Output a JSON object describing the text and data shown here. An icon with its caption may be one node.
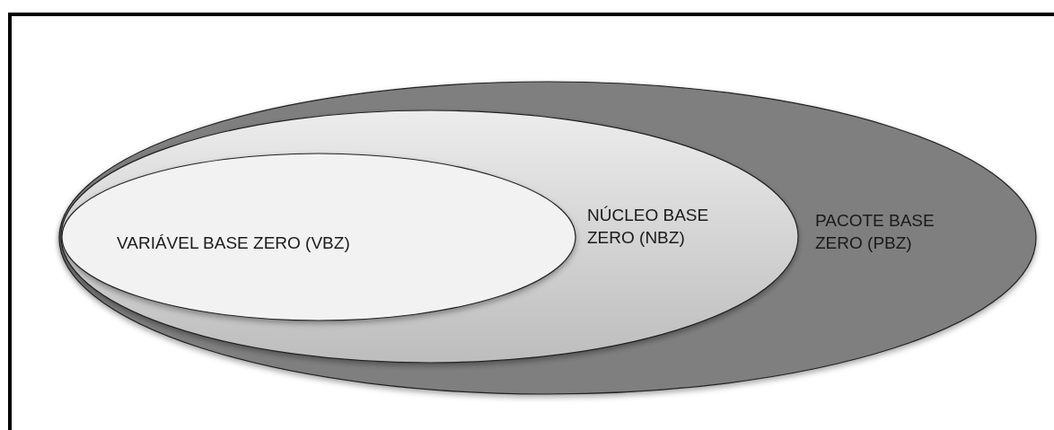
{
  "diagram": {
    "nodes": [
      {
        "text": [
          "PACOTE BASE ZERO (PBZ)"
        ]
      },
      {
        "text": [
          "NÚCLEO BASE ZERO (NBZ)"
        ],
        "in": 0
      },
      {
        "text": [
          "VARIÁVEL BASE ZERO (VBZ)"
        ],
        "in": 1
      }
    ]
  }
}
